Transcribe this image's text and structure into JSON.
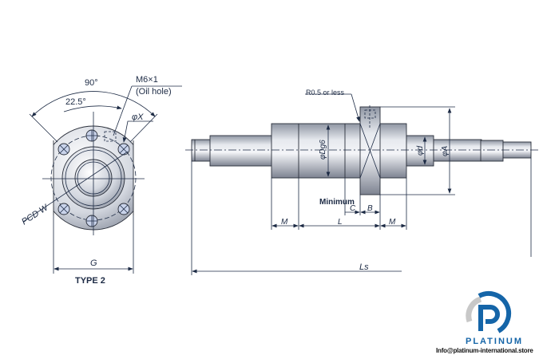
{
  "front_view": {
    "angle_large": "90°",
    "angle_small": "22.5°",
    "oil_hole_line1": "M6×1",
    "oil_hole_line2": "(Oil hole)",
    "hole_dia": "φX",
    "pcd": "PCD W",
    "width": "G",
    "type": "TYPE 2"
  },
  "side_view": {
    "fillet_note": "R0.5 or less",
    "nut_dia": "φDg6",
    "shaft_dia": "φd",
    "flange_dia": "φA",
    "minimum": "Minimum",
    "dim_c": "C",
    "dim_b": "B",
    "dim_m_left": "M",
    "dim_l": "L",
    "dim_m_right": "M",
    "dim_ls": "Ls"
  },
  "logo": {
    "brand": "PLATINUM",
    "email": "Info@platinum-international.store",
    "colors": {
      "blue": "#1565a8",
      "gray": "#c8c8c8"
    }
  }
}
